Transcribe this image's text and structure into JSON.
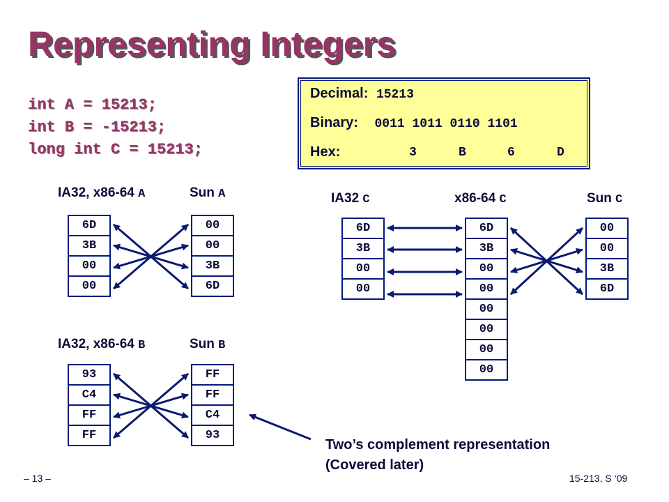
{
  "slide": {
    "title": "Representing Integers",
    "code": [
      "int A = 15213;",
      "int B = -15213;",
      "long int C = 15213;"
    ],
    "info": {
      "decimal_label": "Decimal:",
      "decimal_value": "15213",
      "binary_label": "Binary:",
      "binary_value": "0011 1011 0110 1101",
      "hex_label": "Hex:",
      "hex_digits": [
        "3",
        "B",
        "6",
        "D"
      ]
    },
    "groupA": {
      "left_label": "IA32, x86-64",
      "left_var": "A",
      "right_label": "Sun",
      "right_var": "A",
      "left_bytes": [
        "6D",
        "3B",
        "00",
        "00"
      ],
      "right_bytes": [
        "00",
        "00",
        "3B",
        "6D"
      ]
    },
    "groupB": {
      "left_label": "IA32, x86-64",
      "left_var": "B",
      "right_label": "Sun",
      "right_var": "B",
      "left_bytes": [
        "93",
        "C4",
        "FF",
        "FF"
      ],
      "right_bytes": [
        "FF",
        "FF",
        "C4",
        "93"
      ]
    },
    "groupC": {
      "ia32_label": "IA32",
      "ia32_var": "C",
      "x86_label": "x86-64",
      "x86_var": "C",
      "sun_label": "Sun",
      "sun_var": "C",
      "ia32_bytes": [
        "6D",
        "3B",
        "00",
        "00"
      ],
      "x86_bytes": [
        "6D",
        "3B",
        "00",
        "00",
        "00",
        "00",
        "00",
        "00"
      ],
      "sun_bytes": [
        "00",
        "00",
        "3B",
        "6D"
      ]
    },
    "note": [
      "Two’s complement representation",
      "(Covered later)"
    ],
    "page_number": "– 13 –",
    "course": "15-213, S ‘09",
    "colors": {
      "title": "#993366",
      "box_fill": "#ffff99",
      "navy": "#001a80"
    }
  }
}
